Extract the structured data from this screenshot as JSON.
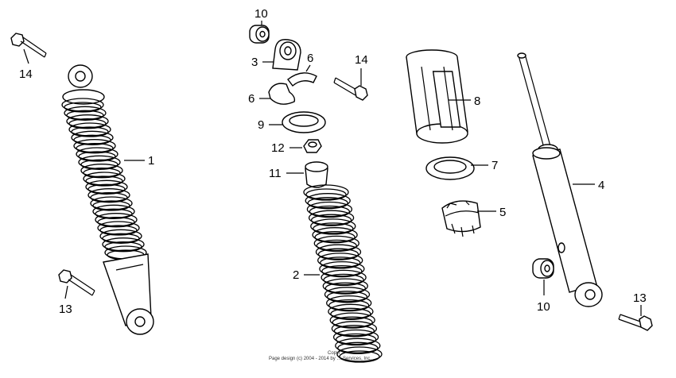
{
  "diagram": {
    "type": "exploded parts diagram",
    "subject": "rear shock absorber assembly",
    "callouts": {
      "c14a": "14",
      "c1": "1",
      "c13a": "13",
      "c10a": "10",
      "c3": "3",
      "c6a": "6",
      "c6b": "6",
      "c9": "9",
      "c12": "12",
      "c11": "11",
      "c2": "2",
      "c14b": "14",
      "c8": "8",
      "c7": "7",
      "c5": "5",
      "c4": "4",
      "c10b": "10",
      "c13b": "13"
    }
  },
  "footer": {
    "line1": "Copyr",
    "line2": "Page design (c) 2004 - 2014 by … Services, Inc."
  }
}
